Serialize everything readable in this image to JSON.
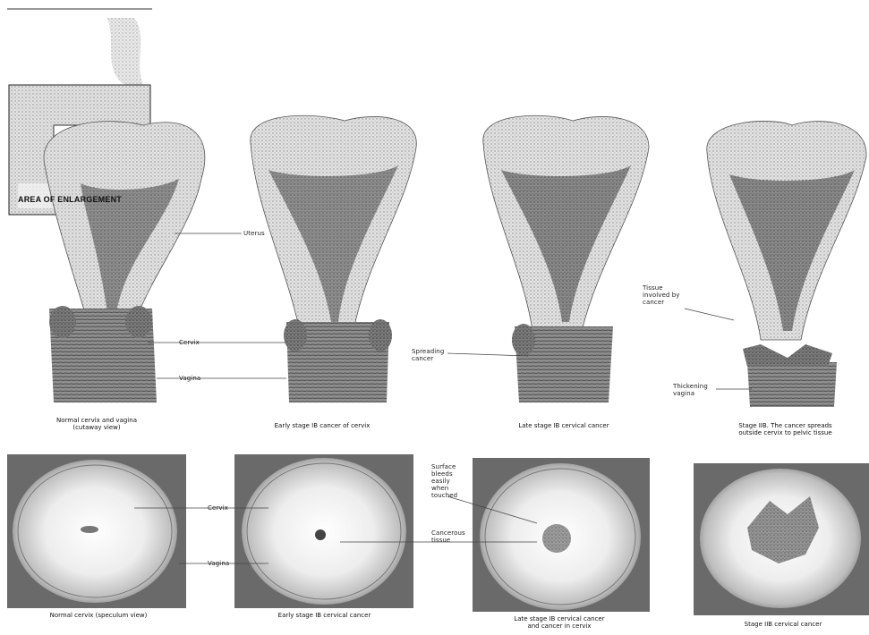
{
  "inset": {
    "caption": "AREA OF ENLARGEMENT"
  },
  "top_row_captions": [
    "Normal cervix and vagina\n(cutaway view)",
    "Early stage IB cancer of cervix",
    "Late stage IB cervical cancer",
    "Stage IIB. The cancer spreads\noutside cervix to pelvic tissue"
  ],
  "bottom_row_captions": [
    "Normal cervix (speculum view)",
    "Early stage IB cervical cancer",
    "Late stage IB cervical cancer\nand cancer in cervix",
    "Stage IIB cervical cancer"
  ],
  "labels": {
    "uterus": "Uterus",
    "cervix": "Cervix",
    "vagina": "Vagina",
    "spreading_cancer": "Spreading\ncancer",
    "involved_by_cancer": "Tissue\ninvolved by\ncancer",
    "thickening_vagina": "Thickening\nvagina",
    "speculum_cervix": "Cervix",
    "speculum_vagina": "Vagina",
    "surface_bleeding": "Surface\nbleeds\neasily\nwhen\ntouched",
    "cancerous_tissue": "Cancerous\ntissue"
  },
  "colors": {
    "ink": "#2a2a2a",
    "tissue": "#cfcfcf",
    "dark": "#555555"
  }
}
